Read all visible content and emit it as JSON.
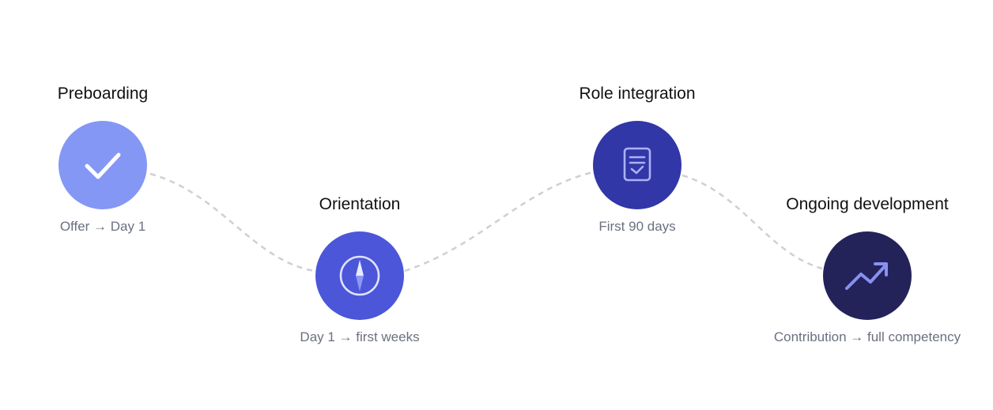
{
  "stages": [
    {
      "title": "Preboarding",
      "subtitle": "Offer → Day 1",
      "icon": "check-icon",
      "color": "#8497f4"
    },
    {
      "title": "Orientation",
      "subtitle": "Day 1 → first weeks",
      "icon": "compass-icon",
      "color": "#4c56d9"
    },
    {
      "title": "Role integration",
      "subtitle": "First 90 days",
      "icon": "document-check-icon",
      "color": "#3137a6"
    },
    {
      "title": "Ongoing development",
      "subtitle": "Contribution → full competency",
      "icon": "trending-up-icon",
      "color": "#23235a"
    }
  ],
  "colors": {
    "connector": "#cfcfd4",
    "title_text": "#111111",
    "subtitle_text": "#6b7080"
  }
}
